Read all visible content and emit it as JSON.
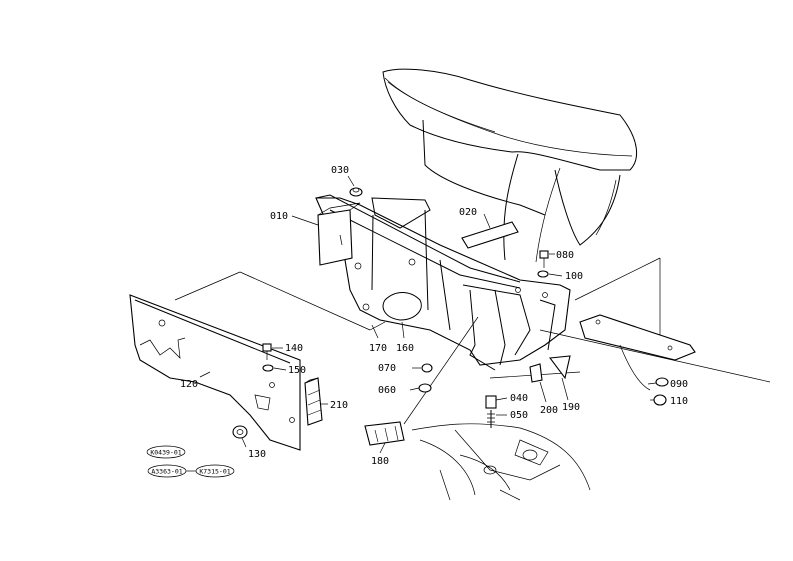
{
  "callouts": {
    "c010": "010",
    "c020": "020",
    "c030": "030",
    "c040": "040",
    "c050": "050",
    "c060": "060",
    "c070": "070",
    "c080": "080",
    "c090": "090",
    "c100": "100",
    "c110": "110",
    "c120": "120",
    "c130": "130",
    "c140": "140",
    "c150": "150",
    "c160": "160",
    "c170": "170",
    "c180": "180",
    "c190": "190",
    "c200": "200",
    "c210": "210"
  },
  "references": {
    "ref1": "K0439-01",
    "ref2": "A3363-01",
    "ref3": "K7315-01"
  }
}
